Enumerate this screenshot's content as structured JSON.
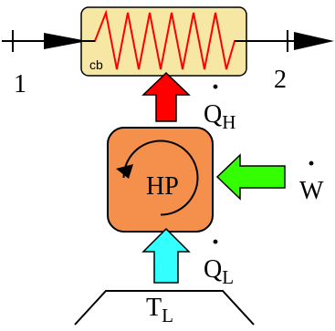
{
  "diagram": {
    "heater": {
      "label": "cb",
      "fill_color": "#f7e7a4",
      "zigzag_color": "#ff0000",
      "icon": "resistance-coil-icon"
    },
    "heat_pump": {
      "label": "HP",
      "fill_color": "#f58f4c",
      "icon": "circular-arrow-icon"
    },
    "reservoir": {
      "label": "T",
      "label_sub": "L"
    },
    "states": {
      "inlet": "1",
      "outlet": "2"
    },
    "heat_out": {
      "symbol": "Q",
      "dot": "·",
      "sub": "H",
      "arrow_color": "#ff0000"
    },
    "heat_in": {
      "symbol": "Q",
      "dot": "·",
      "sub": "L",
      "arrow_color": "#33ffff"
    },
    "work_in": {
      "symbol": "W",
      "dot": "·",
      "arrow_color": "#33ff00"
    }
  }
}
